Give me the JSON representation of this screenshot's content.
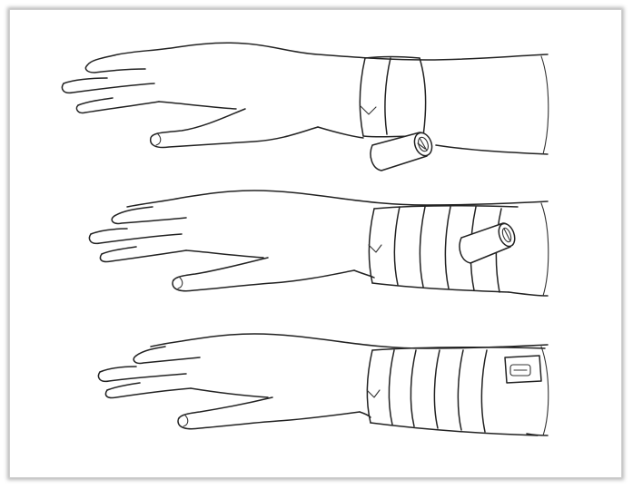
{
  "figure": {
    "panels": [
      {
        "id": "step-1",
        "icon": "hand-with-bandage-roll-start-icon"
      },
      {
        "id": "step-2",
        "icon": "hand-with-bandage-wrapping-icon"
      },
      {
        "id": "step-3",
        "icon": "hand-with-bandage-finished-icon"
      }
    ]
  }
}
